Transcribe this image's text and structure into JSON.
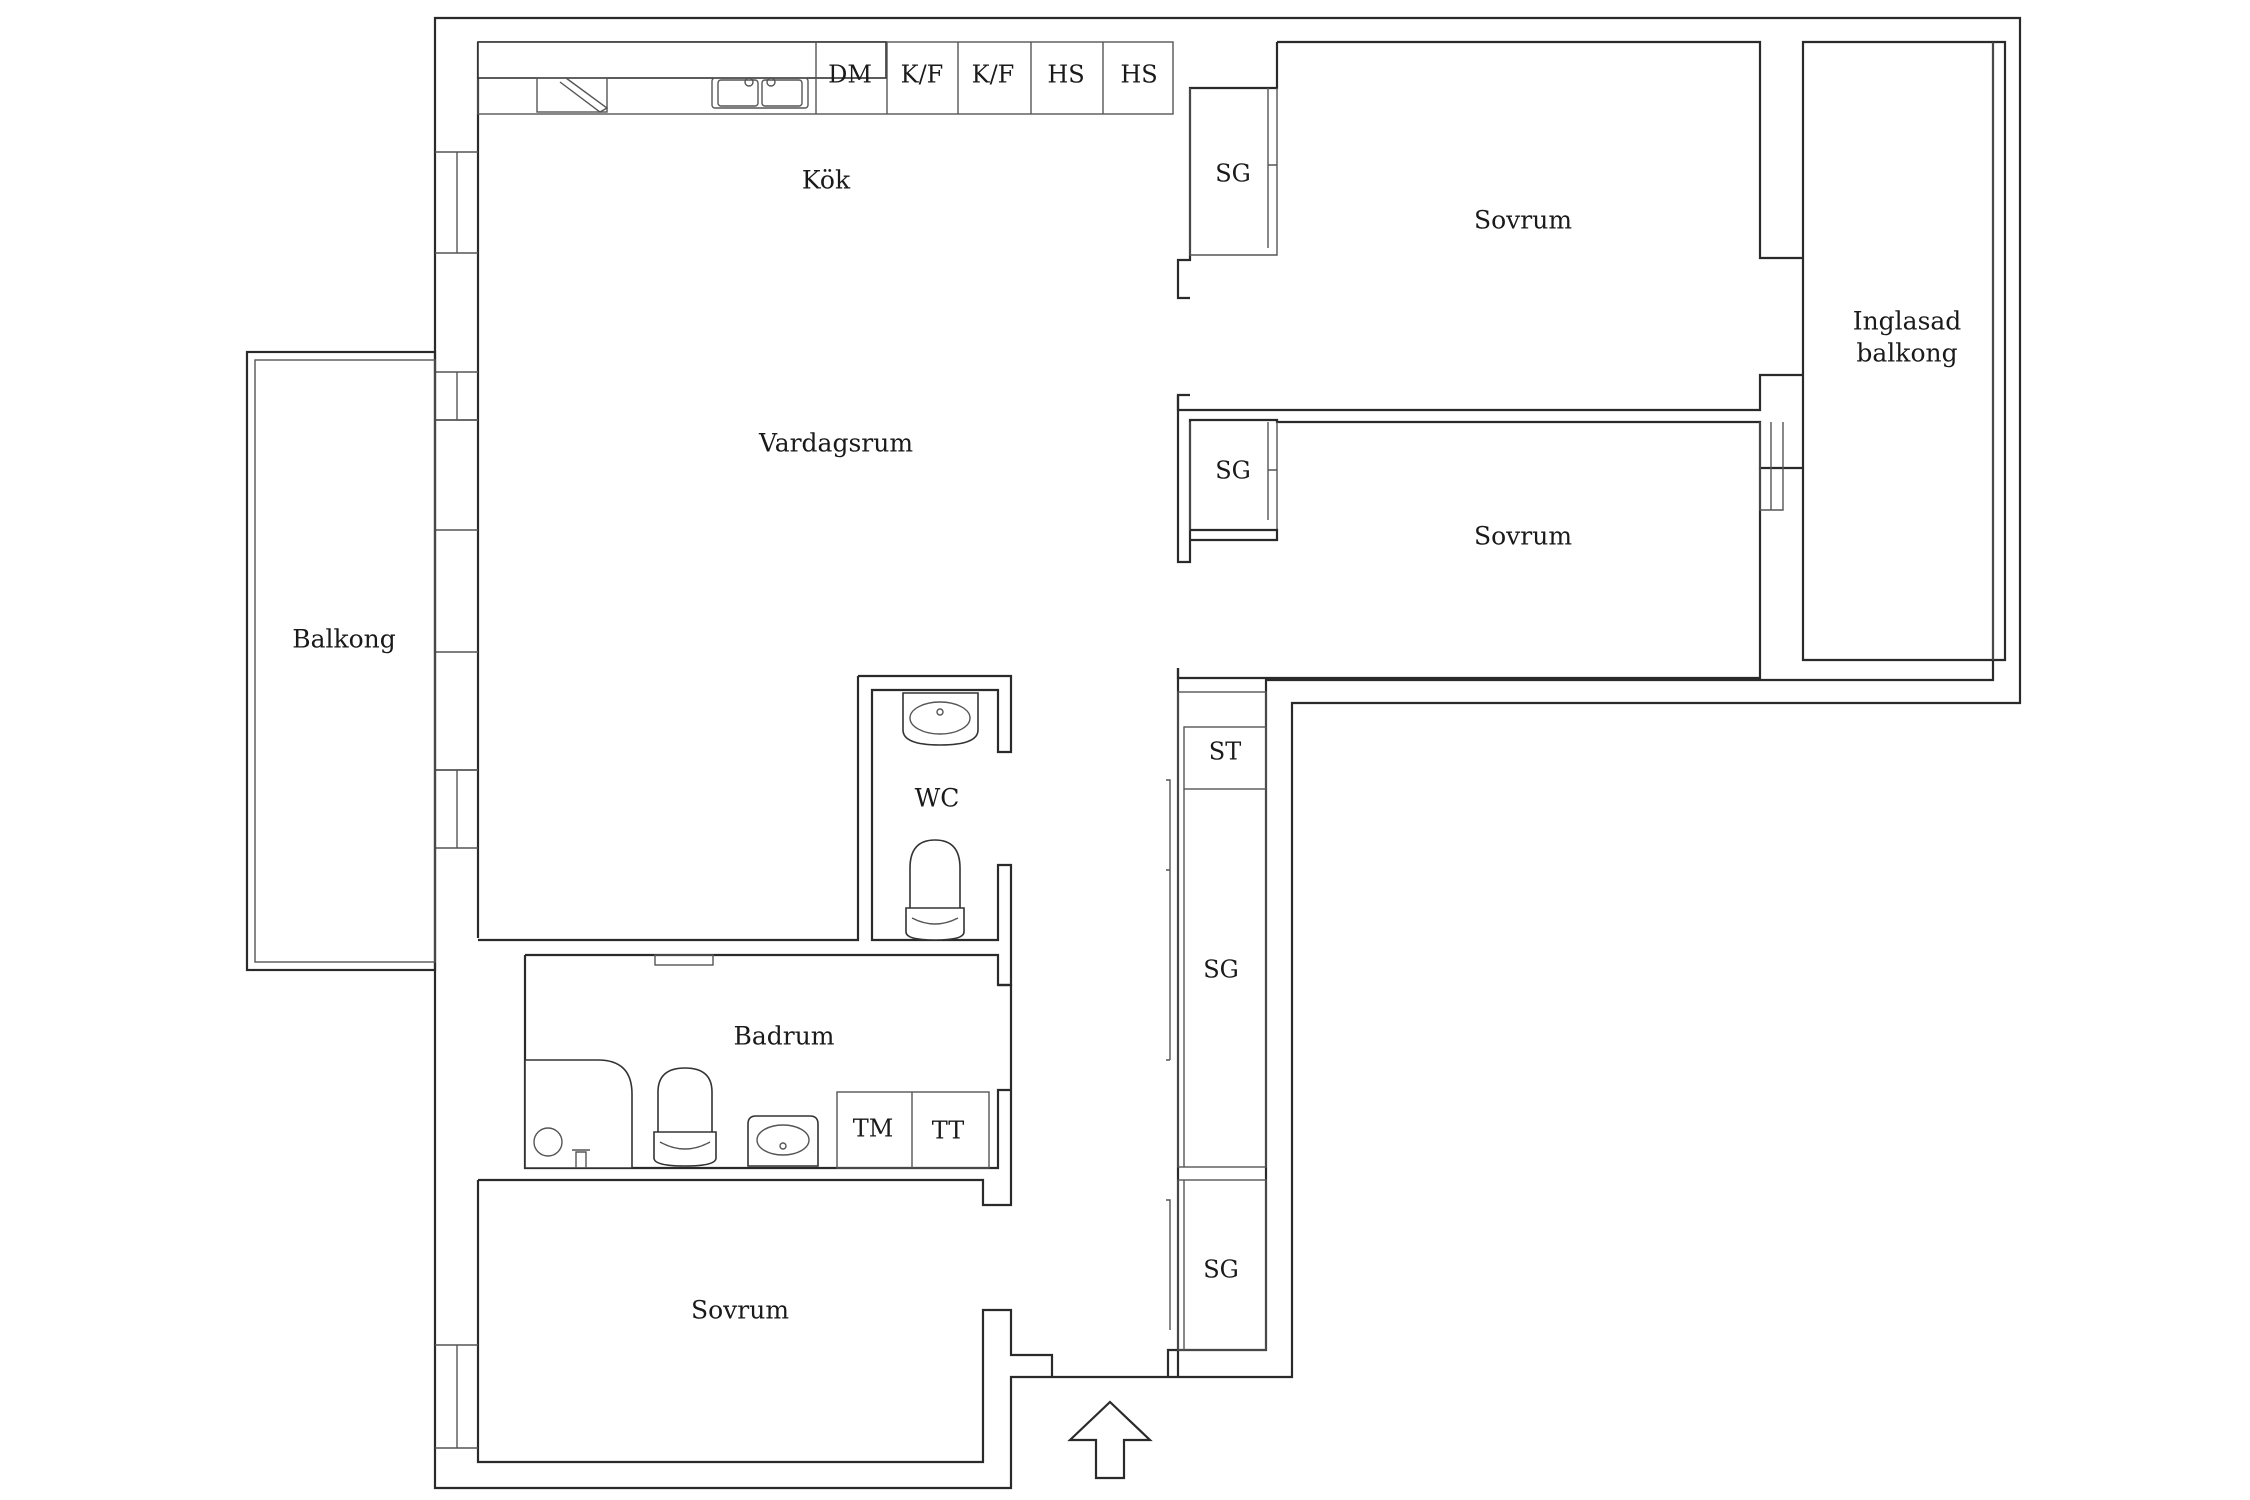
{
  "rooms": {
    "kok": "Kök",
    "vardagsrum": "Vardagsrum",
    "sovrum_1": "Sovrum",
    "sovrum_2": "Sovrum",
    "sovrum_3": "Sovrum",
    "balkong": "Balkong",
    "inglasad_line1": "Inglasad",
    "inglasad_line2": "balkong",
    "wc": "WC",
    "badrum": "Badrum"
  },
  "kitchen_units": {
    "dm": "DM",
    "kf_1": "K/F",
    "kf_2": "K/F",
    "hs_1": "HS",
    "hs_2": "HS"
  },
  "storage": {
    "sg_bed1": "SG",
    "sg_bed2": "SG",
    "st_hall": "ST",
    "sg_hall": "SG",
    "sg_bed3": "SG"
  },
  "bath_units": {
    "tm": "TM",
    "tt": "TT"
  }
}
